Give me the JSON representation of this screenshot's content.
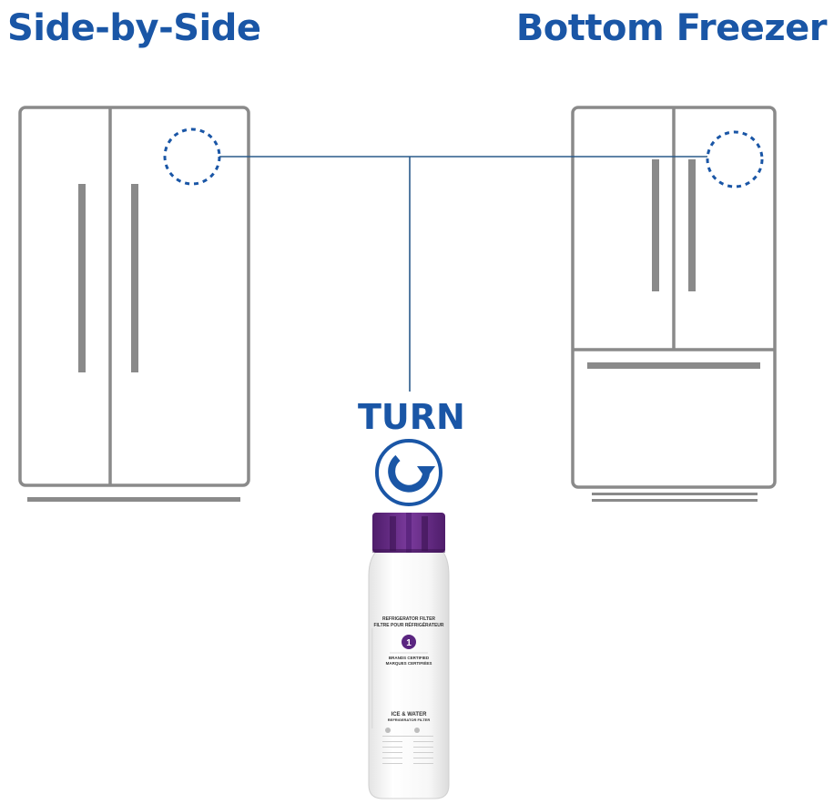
{
  "titles": {
    "left": "Side-by-Side",
    "right": "Bottom Freezer"
  },
  "turn_label": "TURN",
  "filter": {
    "heading_en": "REFRIGERATOR FILTER",
    "heading_fr": "FILTRE POUR RÉFRIGÉRATEUR",
    "badge_number": "1",
    "certified_en": "BRANDS CERTIFIED",
    "certified_fr": "MARQUES CERTIFIÉES",
    "product_name": "ICE & WATER",
    "product_sub": "REFRIGERATOR FILTER"
  },
  "colors": {
    "accent_blue": "#1a56a6",
    "appliance_gray": "#8a8a8a",
    "cap_purple": "#6a2f8a",
    "connector_line": "#2a5a8a"
  },
  "icons": [
    "rotate-clockwise-icon",
    "filter-location-marker-icon"
  ]
}
